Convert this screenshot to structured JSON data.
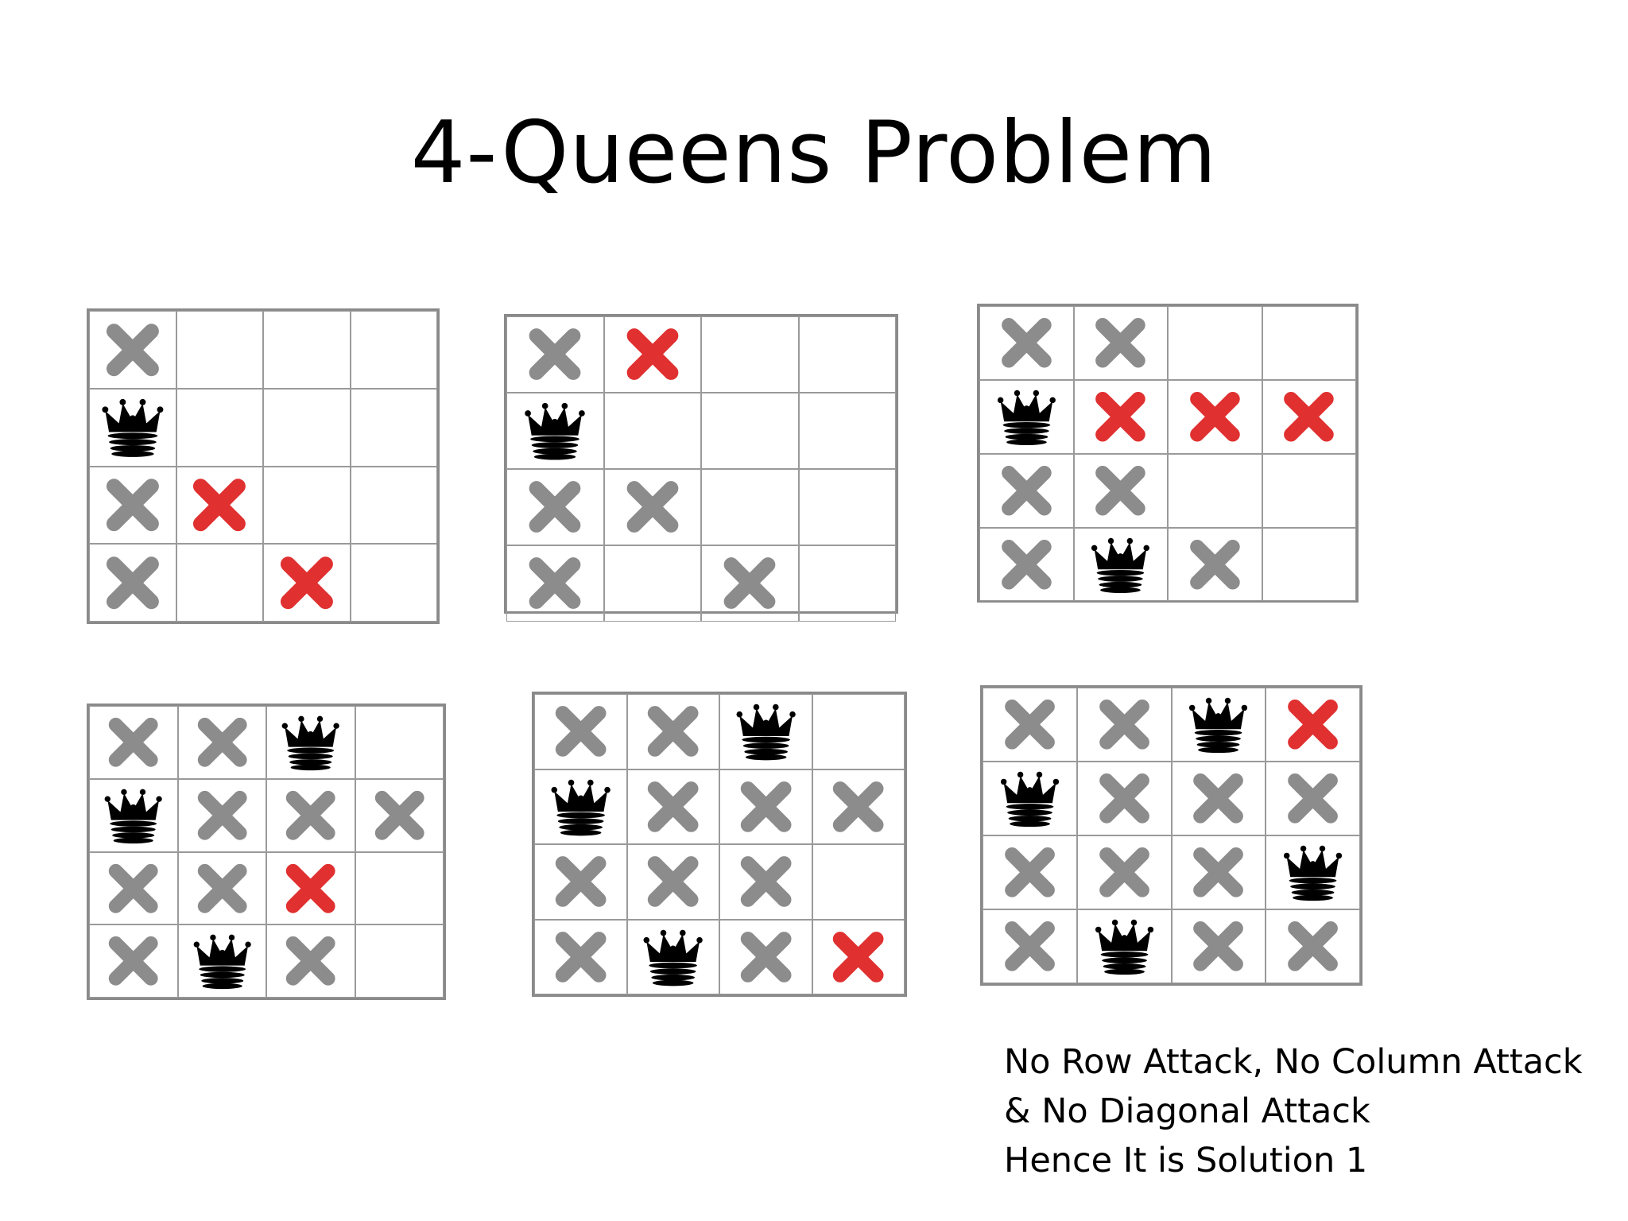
{
  "title": "4-Queens Problem",
  "colors": {
    "gray_cross": "#8c8c8c",
    "red_cross": "#e03030",
    "queen": "#000000",
    "grid": "#9a9a9a"
  },
  "legend": {
    "Q": "queen-icon",
    "x": "gray-cross-icon",
    "r": "red-cross-icon",
    ".": "empty"
  },
  "boards": [
    {
      "id": "board-1",
      "rows": [
        [
          "x",
          ".",
          ".",
          "."
        ],
        [
          "Q",
          ".",
          ".",
          "."
        ],
        [
          "x",
          "r",
          ".",
          "."
        ],
        [
          "x",
          ".",
          "r",
          "."
        ]
      ]
    },
    {
      "id": "board-2",
      "rows": [
        [
          "x",
          "r",
          ".",
          "."
        ],
        [
          "Q",
          ".",
          ".",
          "."
        ],
        [
          "x",
          "x",
          ".",
          "."
        ],
        [
          "x",
          ".",
          "x",
          "."
        ]
      ]
    },
    {
      "id": "board-3",
      "rows": [
        [
          "x",
          "x",
          ".",
          "."
        ],
        [
          "Q",
          "r",
          "r",
          "r"
        ],
        [
          "x",
          "x",
          ".",
          "."
        ],
        [
          "x",
          "Q",
          "x",
          "."
        ]
      ]
    },
    {
      "id": "board-4",
      "rows": [
        [
          "x",
          "x",
          "Q",
          "."
        ],
        [
          "Q",
          "x",
          "x",
          "x"
        ],
        [
          "x",
          "x",
          "r",
          "."
        ],
        [
          "x",
          "Q",
          "x",
          "."
        ]
      ]
    },
    {
      "id": "board-5",
      "rows": [
        [
          "x",
          "x",
          "Q",
          "."
        ],
        [
          "Q",
          "x",
          "x",
          "x"
        ],
        [
          "x",
          "x",
          "x",
          "."
        ],
        [
          "x",
          "Q",
          "x",
          "r"
        ]
      ]
    },
    {
      "id": "board-6",
      "rows": [
        [
          "x",
          "x",
          "Q",
          "r"
        ],
        [
          "Q",
          "x",
          "x",
          "x"
        ],
        [
          "x",
          "x",
          "x",
          "Q"
        ],
        [
          "x",
          "Q",
          "x",
          "x"
        ]
      ]
    }
  ],
  "caption": [
    "No Row Attack, No Column Attack",
    "& No Diagonal Attack",
    "Hence It is Solution 1"
  ]
}
